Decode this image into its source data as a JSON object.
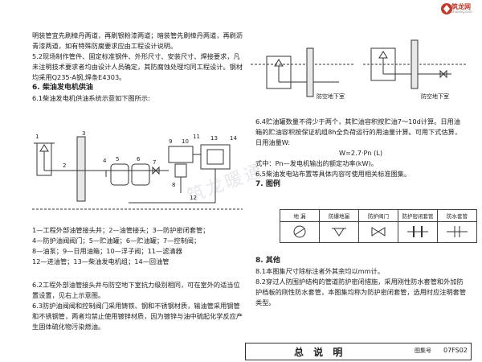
{
  "logo": {
    "name": "筑龙网",
    "site": "zhulong.com"
  },
  "left": {
    "p1": "明装管宜先刷樟丹两道，再刷银粉漆两道；暗装管先刷樟丹两道，再刷沥青漆两道，如有特殊防腐要求应由工程设计说明。",
    "p2": "5.2现场制作管件、固定标准钢件、外形尺寸、安装尺寸、焊接要求，凡未注明技术要求者均由设计人员确定，其防腐蚀处理均同工程设计。钢材均采用Q235-A钢,焊条E4303。",
    "h6": "6. 柴油发电机供油",
    "p61": "6.1柴油发电机供油系统示意如下图所示:",
    "diagram_labels": [
      "1",
      "2",
      "3",
      "4",
      "5",
      "6",
      "7",
      "8",
      "9",
      "10",
      "11",
      "12",
      "13",
      "14"
    ],
    "leg1": "1—工程外部油管接头井；2—油管接头；3—防护密闭套管；",
    "leg2": "4—防护油阀阀门；5—贮油罐；6—贮油罐；7—控制阀；",
    "leg3": "8—油泵；9—日用油箱；10—浮子阀；11—滤清器",
    "leg4": "12—进油管；13—柴油发电机组；14—回油管",
    "p62": "6.2工程外部油管接头井与防空地下室抗力级别相同，可在室外的适当位置设置，见右上示意图。",
    "p63": "6.3防护油阀阀和控制阀门采用铸铁、钢和不锈钢材质，输油管采用钢管和不锈钢管，两者均禁止使用镀锌材质，因为镀锌与油中硫起化学反应产生固体硫化物污染燃油。"
  },
  "right": {
    "label_a": "防空地下室",
    "label_b": "防空地下室",
    "p64": "6.4贮油罐数量不得少于两个，其贮油容积按贮油7～10d计算。日用油箱的贮油容积按保证机组8h全负荷运行的用油量计算。可用下式估算，日用油量W:",
    "formula": "W=2.7·Pn  (L)",
    "p64b": "式中：Pn—发电机输出的额定功率(kW)。",
    "p65": "6.5柴油发电站布置等具体内容可使用相关标准图集。",
    "h7": "7. 图例",
    "legend_headers": [
      "地 漏",
      "防爆地漏",
      "防护阀门",
      "防护密闭套管",
      "防水套管"
    ],
    "h8": "8. 其他",
    "p81": "8.1本图集尺寸除标注者外其余均以mm计。",
    "p82": "8.2穿过人防围护结构的管道防护密闭措施，采用刚性防水套管和外加防护档板的刚性防水套管，本图集均称为防护密闭套管，选用时应注明套管类型。"
  },
  "titleblock": {
    "title": "总 说 明",
    "label": "图集号",
    "code": "07FS02"
  },
  "watermark": "筑龙暖通"
}
